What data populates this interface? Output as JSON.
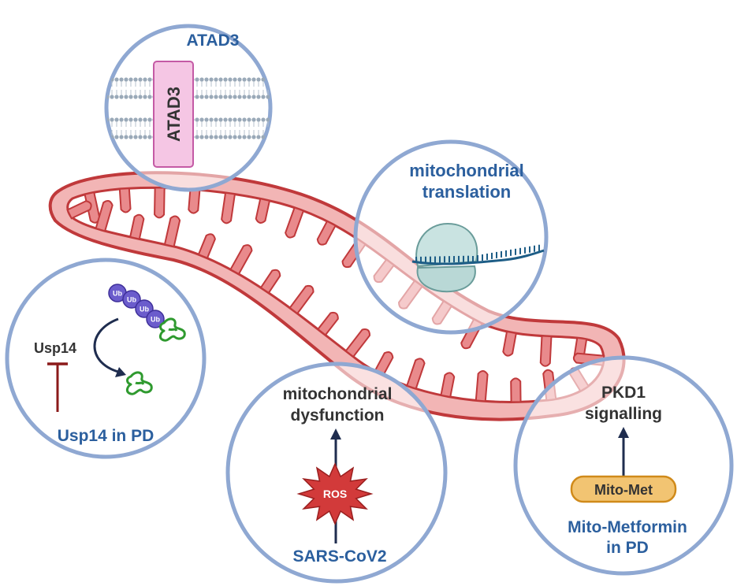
{
  "mitochondrion": {
    "outer_color": "#f2b5b5",
    "membrane_color": "#c0393b",
    "matrix_color": "#e98a8c"
  },
  "circles": {
    "border_color": "#8fa8d2",
    "atad3": {
      "title": "ATAD3",
      "protein_label": "ATAD3"
    },
    "translation": {
      "title_line1": "mitochondrial",
      "title_line2": "translation",
      "ribosome_icon": "ribosome-icon",
      "mrna_icon": "mrna-strand-icon"
    },
    "usp14": {
      "inhibitor_label": "Usp14",
      "ubiquitin_labels": [
        "Ub",
        "Ub",
        "Ub",
        "Ub"
      ],
      "title": "Usp14 in PD",
      "substrate_icon": "protein-coil-icon"
    },
    "sars": {
      "outcome_line1": "mitochondrial",
      "outcome_line2": "dysfunction",
      "ros_label": "ROS",
      "title": "SARS-CoV2"
    },
    "mitomet": {
      "outcome_line1": "PKD1",
      "outcome_line2": "signalling",
      "drug_label": "Mito-Met",
      "title_line1": "Mito-Metformin",
      "title_line2": "in PD"
    }
  },
  "colors": {
    "title_blue": "#2b5f9e",
    "text_dark": "#333333",
    "ubiquitin": "#6b5ccc",
    "substrate_green": "#2f9a2f",
    "inhibitor_red": "#8b1a1a",
    "arrow_navy": "#1f2d4f",
    "ros_red": "#d23a3a",
    "drug_fill": "#f2c472",
    "protein_pink": "#f5c6e4"
  }
}
